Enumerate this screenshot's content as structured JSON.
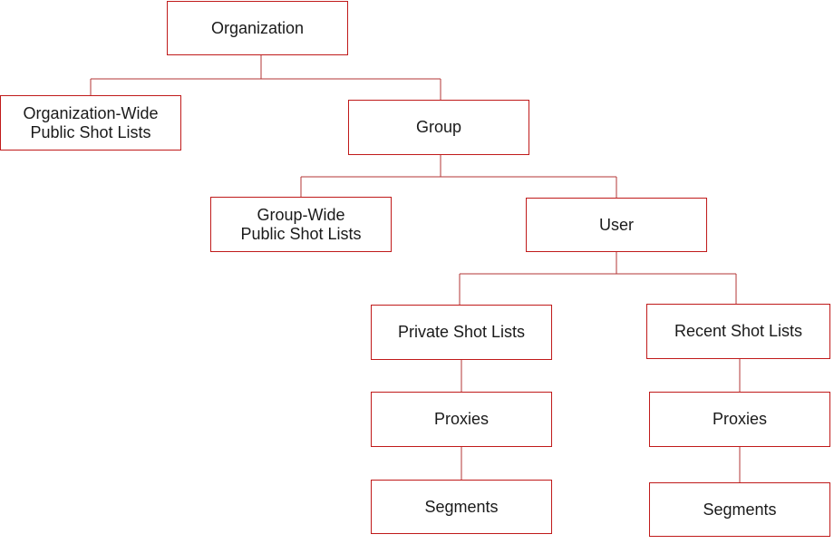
{
  "diagram": {
    "nodes": {
      "organization": "Organization",
      "organization_wide": "Organization-Wide\nPublic Shot Lists",
      "group": "Group",
      "group_wide": "Group-Wide\nPublic Shot Lists",
      "user": "User",
      "private_shot_lists": "Private Shot Lists",
      "recent_shot_lists": "Recent Shot Lists",
      "proxies_private": "Proxies",
      "proxies_recent": "Proxies",
      "segments_private": "Segments",
      "segments_recent": "Segments"
    },
    "colors": {
      "box_border": "#c01a1a",
      "connector": "#b33535",
      "text": "#1a1a1a"
    }
  }
}
